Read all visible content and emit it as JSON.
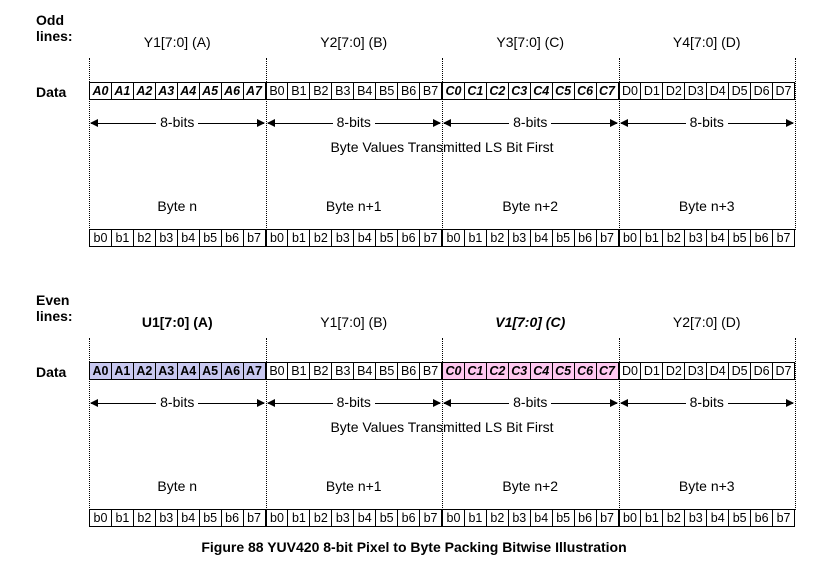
{
  "sections": [
    {
      "label": "Odd lines:",
      "data_label": "Data",
      "groups": [
        {
          "title": "Y1[7:0] (A)",
          "title_style": "normal",
          "bits": [
            "A0",
            "A1",
            "A2",
            "A3",
            "A4",
            "A5",
            "A6",
            "A7"
          ],
          "bit_style": "bold-italic",
          "fill": "#ffffff",
          "bits_label": "8-bits",
          "byte_label": "Byte n"
        },
        {
          "title": "Y2[7:0] (B)",
          "title_style": "normal",
          "bits": [
            "B0",
            "B1",
            "B2",
            "B3",
            "B4",
            "B5",
            "B6",
            "B7"
          ],
          "bit_style": "normal",
          "fill": "#ffffff",
          "bits_label": "8-bits",
          "byte_label": "Byte n+1"
        },
        {
          "title": "Y3[7:0] (C)",
          "title_style": "normal",
          "bits": [
            "C0",
            "C1",
            "C2",
            "C3",
            "C4",
            "C5",
            "C6",
            "C7"
          ],
          "bit_style": "bold-italic",
          "fill": "#ffffff",
          "bits_label": "8-bits",
          "byte_label": "Byte n+2"
        },
        {
          "title": "Y4[7:0] (D)",
          "title_style": "normal",
          "bits": [
            "D0",
            "D1",
            "D2",
            "D3",
            "D4",
            "D5",
            "D6",
            "D7"
          ],
          "bit_style": "normal",
          "fill": "#ffffff",
          "bits_label": "8-bits",
          "byte_label": "Byte n+3"
        }
      ],
      "note": "Byte Values Transmitted LS Bit First",
      "byte_bits": [
        "b0",
        "b1",
        "b2",
        "b3",
        "b4",
        "b5",
        "b6",
        "b7"
      ]
    },
    {
      "label": "Even lines:",
      "data_label": "Data",
      "groups": [
        {
          "title": "U1[7:0] (A)",
          "title_style": "bold",
          "bits": [
            "A0",
            "A1",
            "A2",
            "A3",
            "A4",
            "A5",
            "A6",
            "A7"
          ],
          "bit_style": "bold",
          "fill": "#c8c8f0",
          "bits_label": "8-bits",
          "byte_label": "Byte n"
        },
        {
          "title": "Y1[7:0] (B)",
          "title_style": "normal",
          "bits": [
            "B0",
            "B1",
            "B2",
            "B3",
            "B4",
            "B5",
            "B6",
            "B7"
          ],
          "bit_style": "normal",
          "fill": "#ffffff",
          "bits_label": "8-bits",
          "byte_label": "Byte n+1"
        },
        {
          "title": "V1[7:0] (C)",
          "title_style": "bold-italic",
          "bits": [
            "C0",
            "C1",
            "C2",
            "C3",
            "C4",
            "C5",
            "C6",
            "C7"
          ],
          "bit_style": "bold-italic",
          "fill": "#ffc8f0",
          "bits_label": "8-bits",
          "byte_label": "Byte n+2"
        },
        {
          "title": "Y2[7:0] (D)",
          "title_style": "normal",
          "bits": [
            "D0",
            "D1",
            "D2",
            "D3",
            "D4",
            "D5",
            "D6",
            "D7"
          ],
          "bit_style": "normal",
          "fill": "#ffffff",
          "bits_label": "8-bits",
          "byte_label": "Byte n+3"
        }
      ],
      "note": "Byte Values Transmitted LS Bit First",
      "byte_bits": [
        "b0",
        "b1",
        "b2",
        "b3",
        "b4",
        "b5",
        "b6",
        "b7"
      ]
    }
  ],
  "caption": "Figure 88 YUV420 8-bit Pixel to Byte Packing Bitwise Illustration"
}
